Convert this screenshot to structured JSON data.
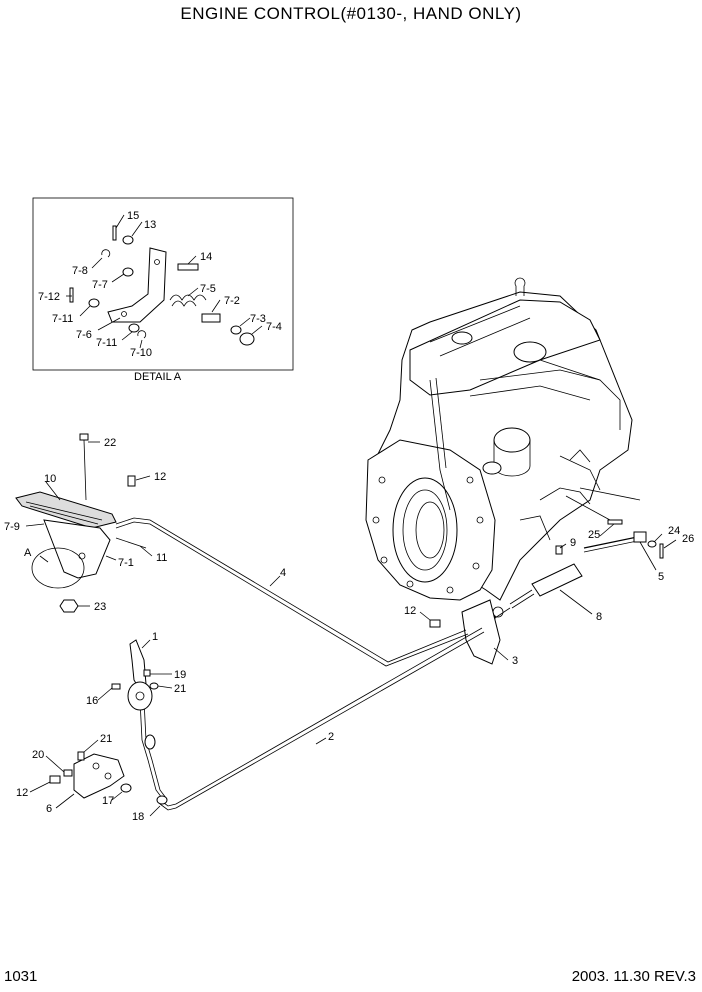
{
  "title": "ENGINE CONTROL(#0130-, HAND ONLY)",
  "page_number": "1031",
  "footer_date_rev": "2003. 11.30  REV.3",
  "detail": {
    "caption": "DETAIL A",
    "pointer": "A"
  },
  "part_labels": {
    "p1": "1",
    "p2": "2",
    "p3": "3",
    "p4": "4",
    "p5": "5",
    "p6": "6",
    "p7_1": "7-1",
    "p7_2": "7-2",
    "p7_3": "7-3",
    "p7_4": "7-4",
    "p7_5": "7-5",
    "p7_6": "7-6",
    "p7_7": "7-7",
    "p7_8": "7-8",
    "p7_9": "7-9",
    "p7_10": "7-10",
    "p7_11a": "7-11",
    "p7_11b": "7-11",
    "p7_12": "7-12",
    "p8": "8",
    "p9": "9",
    "p10": "10",
    "p11": "11",
    "p12a": "12",
    "p12b": "12",
    "p12c": "12",
    "p13": "13",
    "p14": "14",
    "p15": "15",
    "p16": "16",
    "p17": "17",
    "p18": "18",
    "p19": "19",
    "p20": "20",
    "p21a": "21",
    "p21b": "21",
    "p22": "22",
    "p23": "23",
    "p24": "24",
    "p25": "25",
    "p26": "26"
  }
}
